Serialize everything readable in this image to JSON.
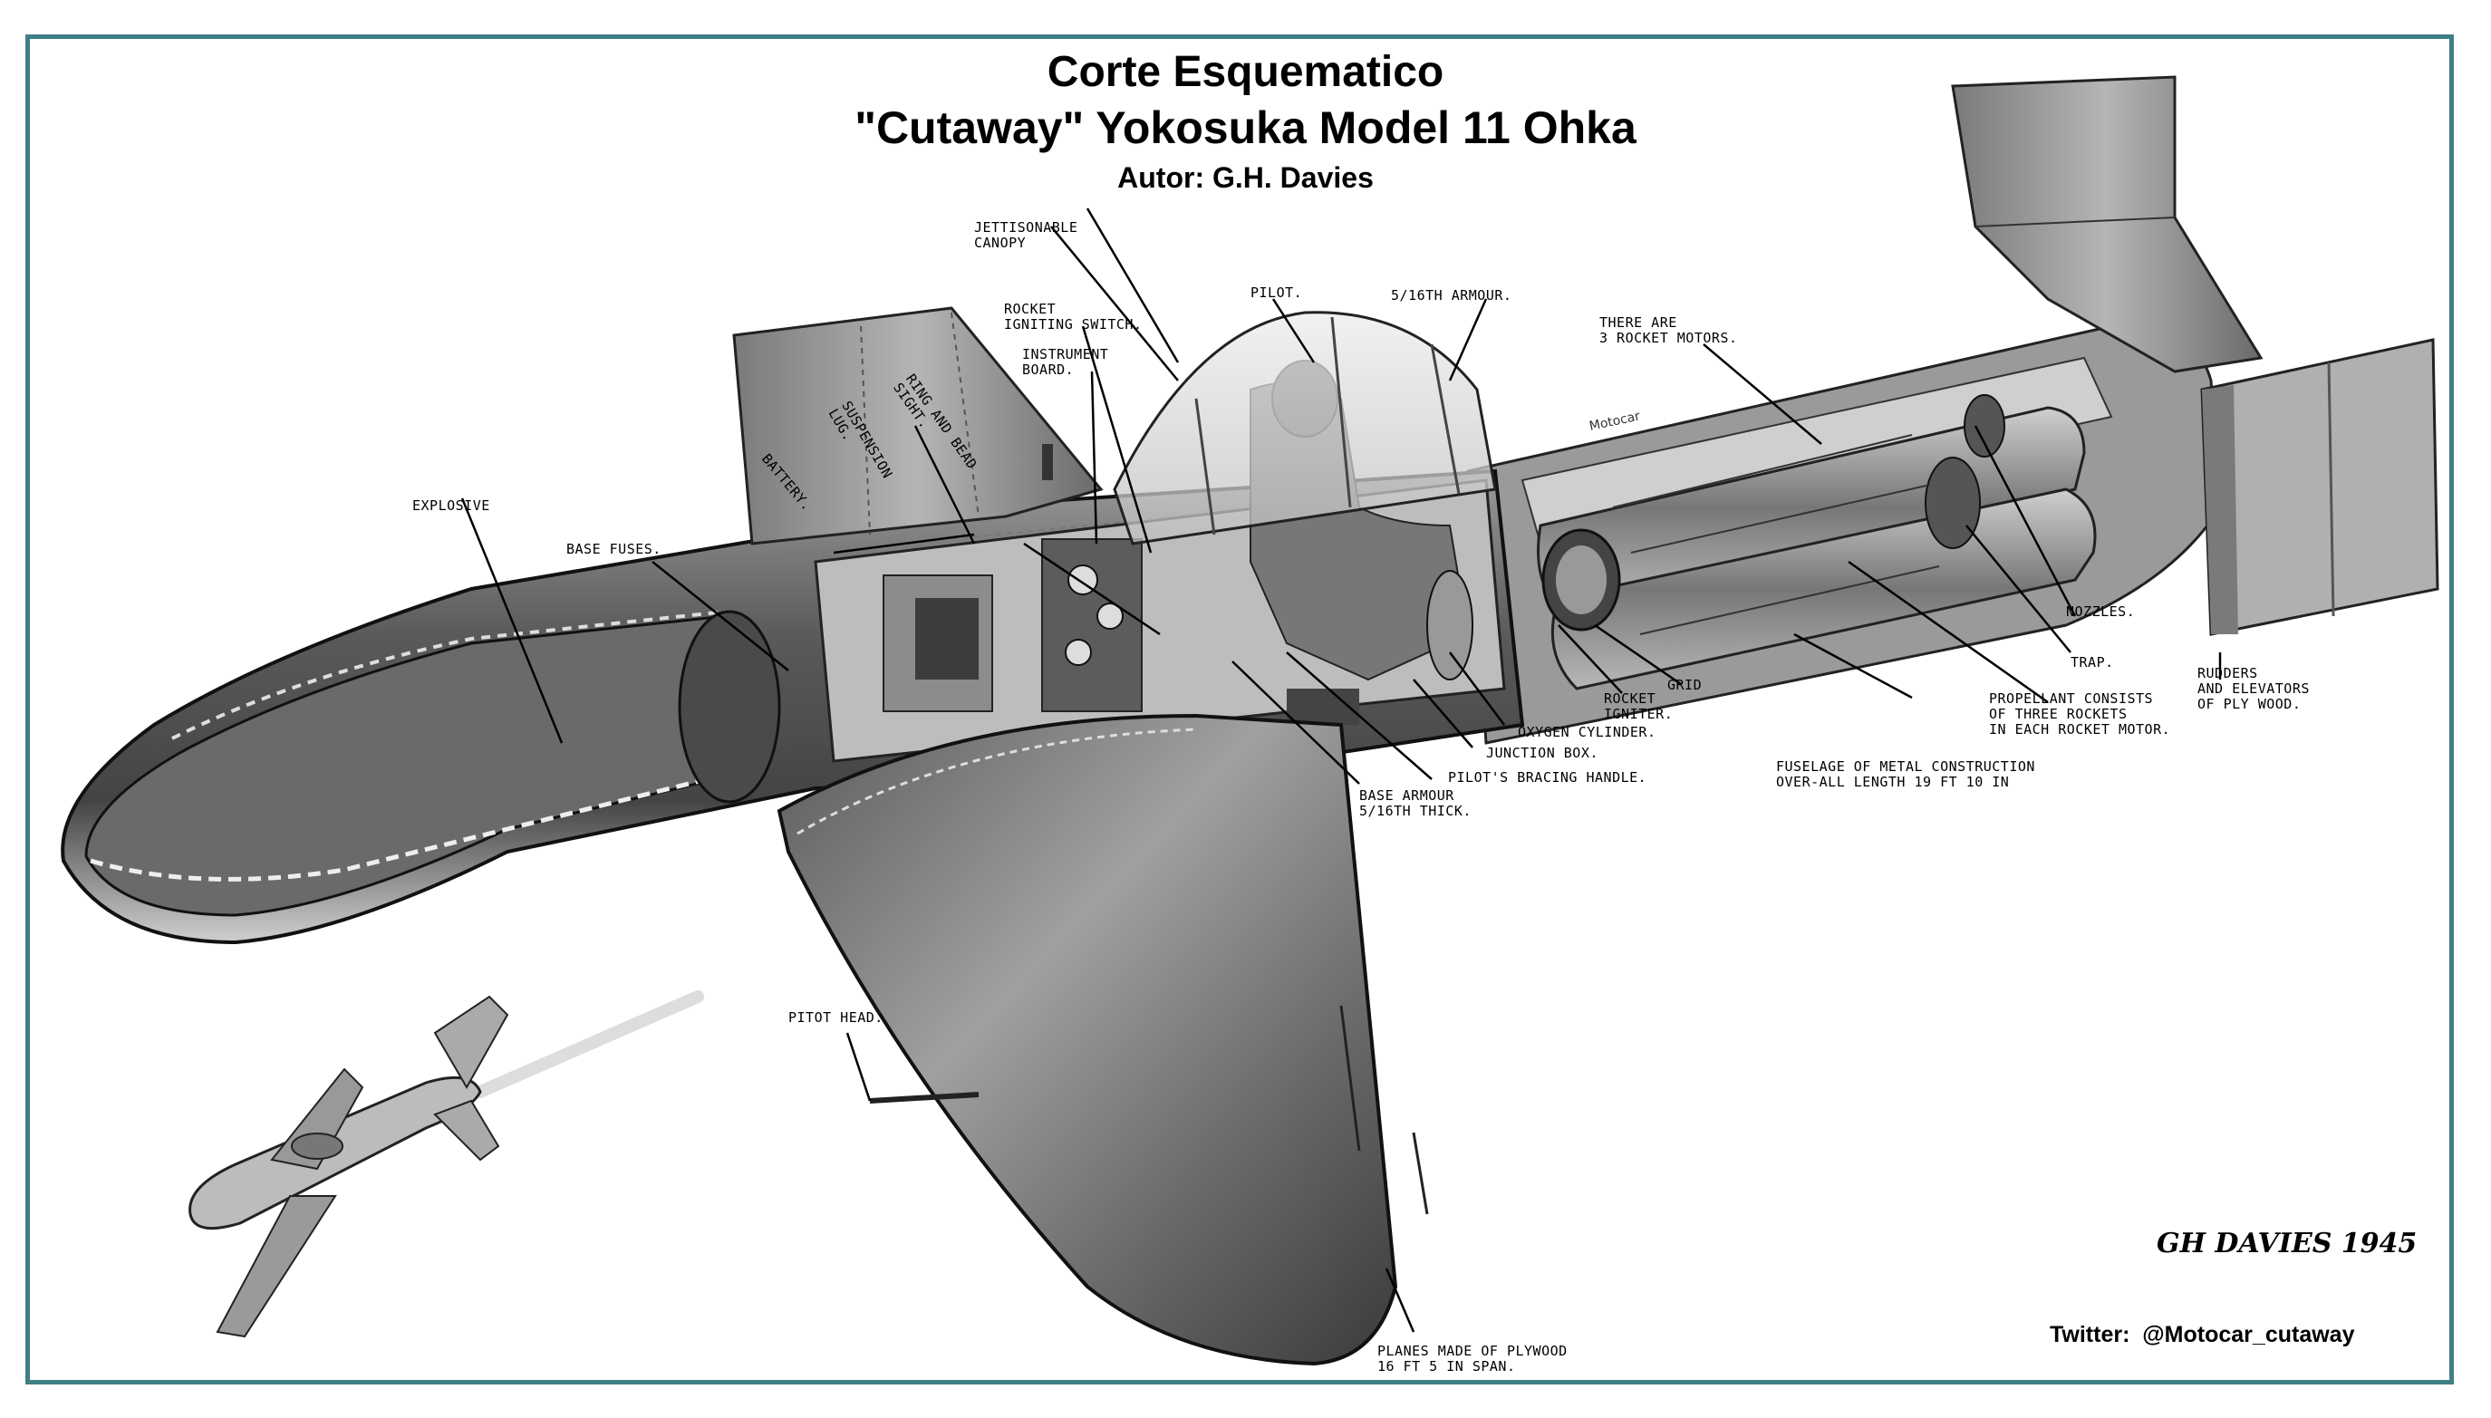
{
  "title": {
    "line1": "Corte Esquematico",
    "line2": "\"Cutaway\" Yokosuka Model 11 Ohka",
    "line3": "Autor: G.H. Davies"
  },
  "labels": {
    "jettisonable_canopy": "JETTISONABLE\nCANOPY",
    "rocket_igniting_switch": "ROCKET\nIGNITING SWITCH.",
    "instrument_board": "INSTRUMENT\nBOARD.",
    "pilot": "PILOT.",
    "armour_top": "5/16TH ARMOUR.",
    "three_rocket_motors": "THERE ARE\n3 ROCKET MOTORS.",
    "ring_and_bead_sight": "RING AND BEAD\nSIGHT.",
    "suspension_lug": "SUSPENSION\nLUG.",
    "battery": "BATTERY.",
    "explosive": "EXPLOSIVE",
    "base_fuses": "BASE FUSES.",
    "nozzles": "NOZZLES.",
    "trap": "TRAP.",
    "grid": "GRID",
    "rocket_igniter": "ROCKET\nIGNITER.",
    "oxygen_cylinder": "OXYGEN CYLINDER.",
    "junction_box": "JUNCTION BOX.",
    "pilots_bracing_handle": "PILOT'S BRACING HANDLE.",
    "base_armour": "BASE ARMOUR\n5/16TH THICK.",
    "propellant": "PROPELLANT CONSISTS\nOF THREE ROCKETS\nIN EACH ROCKET MOTOR.",
    "rudders": "RUDDERS\nAND ELEVATORS\nOF PLY WOOD.",
    "fuselage": "FUSELAGE OF METAL CONSTRUCTION\nOVER-ALL LENGTH 19 FT 10 IN",
    "pitot_head": "PITOT HEAD.",
    "planes": "PLANES MADE OF PLYWOOD\n16 FT 5 IN SPAN."
  },
  "signature": "GH DAVIES 1945",
  "credit": "Twitter:  @Motocar_cutaway",
  "watermark": "Motocar",
  "colors": {
    "frame": "#3f7f84",
    "ink": "#000000",
    "metal_dark": "#3a3a3a",
    "metal_mid": "#8a8a8a",
    "metal_light": "#d8d8d8"
  }
}
